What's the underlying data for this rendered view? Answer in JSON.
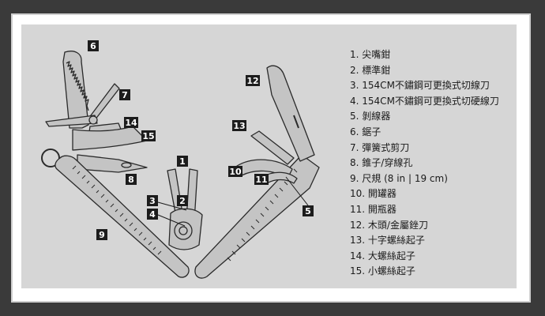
{
  "colors": {
    "background": "#3a3a3a",
    "card": "#ffffff",
    "panel": "#d6d6d6",
    "tool_fill": "#c4c4c4",
    "tool_stroke": "#2a2a2a",
    "callout_fill": "#1c1c1c",
    "callout_text": "#ffffff"
  },
  "callouts": [
    {
      "id": "1",
      "label": "1"
    },
    {
      "id": "2",
      "label": "2"
    },
    {
      "id": "3",
      "label": "3"
    },
    {
      "id": "4",
      "label": "4"
    },
    {
      "id": "5",
      "label": "5"
    },
    {
      "id": "6",
      "label": "6"
    },
    {
      "id": "7",
      "label": "7"
    },
    {
      "id": "8",
      "label": "8"
    },
    {
      "id": "9",
      "label": "9"
    },
    {
      "id": "10",
      "label": "10"
    },
    {
      "id": "11",
      "label": "11"
    },
    {
      "id": "12",
      "label": "12"
    },
    {
      "id": "13",
      "label": "13"
    },
    {
      "id": "14",
      "label": "14"
    },
    {
      "id": "15",
      "label": "15"
    }
  ],
  "legend": [
    {
      "num": "1.",
      "text": "尖嘴鉗"
    },
    {
      "num": "2.",
      "text": "標準鉗"
    },
    {
      "num": "3.",
      "text": "154CM不鏽鋼可更換式切線刀"
    },
    {
      "num": "4.",
      "text": "154CM不鏽鋼可更換式切硬線刀"
    },
    {
      "num": "5.",
      "text": "剝線器"
    },
    {
      "num": "6.",
      "text": "鋸子"
    },
    {
      "num": "7.",
      "text": "彈簧式剪刀"
    },
    {
      "num": "8.",
      "text": "錐子/穿線孔"
    },
    {
      "num": "9.",
      "text": "尺規 (8 in | 19 cm)"
    },
    {
      "num": "10.",
      "text": "開罐器"
    },
    {
      "num": "11.",
      "text": "開瓶器"
    },
    {
      "num": "12.",
      "text": "木頭/金屬銼刀"
    },
    {
      "num": "13.",
      "text": "十字螺絲起子"
    },
    {
      "num": "14.",
      "text": "大螺絲起子"
    },
    {
      "num": "15.",
      "text": "小螺絲起子"
    }
  ]
}
